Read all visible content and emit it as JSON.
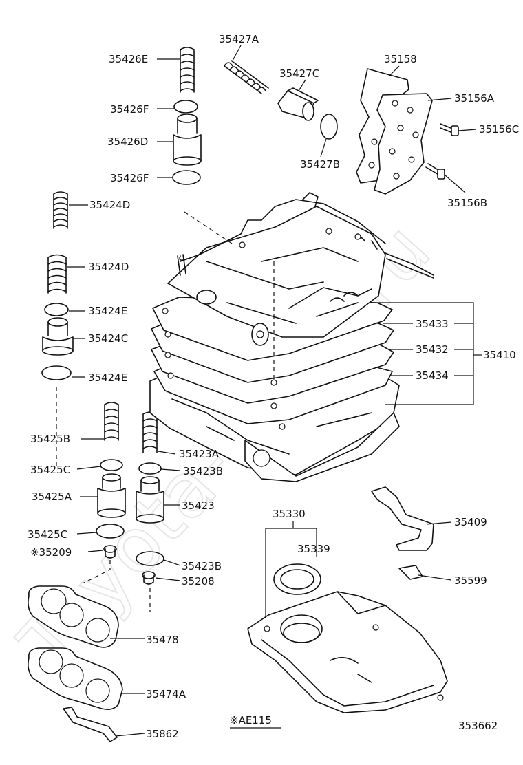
{
  "watermark": "Toyota-Parts.ru",
  "labels": {
    "p35427A": "35427A",
    "p35426E": "35426E",
    "p35426F_top": "35426F",
    "p35426D": "35426D",
    "p35426F_bottom": "35426F",
    "p35427C": "35427C",
    "p35427B": "35427B",
    "p35158": "35158",
    "p35156A": "35156A",
    "p35156C": "35156C",
    "p35156B": "35156B",
    "p35424D_top": "35424D",
    "p35424D_mid": "35424D",
    "p35424E_top": "35424E",
    "p35424C": "35424C",
    "p35424E_bottom": "35424E",
    "p35433": "35433",
    "p35432": "35432",
    "p35410": "35410",
    "p35434": "35434",
    "p35425B": "35425B",
    "p35423A": "35423A",
    "p35425C_top": "35425C",
    "p35423B_top": "35423B",
    "p35425A": "35425A",
    "p35423": "35423",
    "p35425C_bottom": "35425C",
    "p35209": "※35209",
    "p35423B_bottom": "35423B",
    "p35208": "35208",
    "p35330": "35330",
    "p35339": "35339",
    "p35409": "35409",
    "p35599": "35599",
    "p35478": "35478",
    "p35474A": "35474A",
    "p35862": "35862",
    "noteAE115": "※AE115",
    "diagramNo": "353662"
  }
}
